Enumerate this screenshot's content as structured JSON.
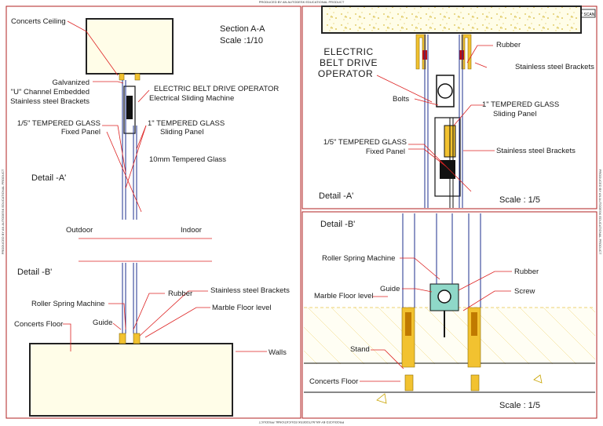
{
  "header": {
    "top_banner": "PRODUCED BY AN AUTODESK EDUCATIONAL PRODUCT",
    "bottom_banner": "PRODUCED BY AN AUTODESK EDUCATIONAL PRODUCT",
    "side_banner": "PRODUCED BY AN AUTODESK EDUCATIONAL PRODUCT",
    "corner_tag": "SAFETY SCAN"
  },
  "section": {
    "title": "Section A-A",
    "scale": "Scale :1/10",
    "concerts_ceiling": "Concerts Ceiling",
    "galvanized": "Galvanized",
    "u_channel": "\"U\" Channel Embedded",
    "stainless_brackets_a": "Stainless steel Brackets",
    "operator": "ELECTRIC BELT DRIVE  OPERATOR",
    "sliding_machine": "Electrical Sliding Machine",
    "fixed_glass_1": "1/5\" TEMPERED GLASS",
    "fixed_glass_2": "Fixed Panel",
    "sliding_glass_1": "1\" TEMPERED GLASS",
    "sliding_glass_2": "Sliding Panel",
    "tempered_10mm": "10mm Tempered Glass",
    "detail_a": "Detail -A'",
    "outdoor": "Outdoor",
    "indoor": "Indoor",
    "detail_b": "Detail -B'",
    "rubber": "Rubber",
    "stainless_brackets_b": "Stainless steel Brackets",
    "roller_spring": "Roller Spring Machine",
    "marble_floor": "Marble Floor level",
    "concerts_floor": "Concerts Floor",
    "guide": "Guide",
    "walls": "Walls"
  },
  "detail_a": {
    "operator_1": "ELECTRIC",
    "operator_2": "BELT DRIVE",
    "operator_3": "OPERATOR",
    "rubber": "Rubber",
    "stainless_brackets": "Stainless steel Brackets",
    "bolts": "Bolts",
    "sliding_glass_1": "1\" TEMPERED GLASS",
    "sliding_glass_2": "Sliding Panel",
    "fixed_glass_1": "1/5\" TEMPERED GLASS",
    "fixed_glass_2": "Fixed Panel",
    "stainless_brackets_2": "Stainless steel Brackets",
    "title": "Detail -A'",
    "scale": "Scale : 1/5"
  },
  "detail_b": {
    "title": "Detail -B'",
    "roller_spring": "Roller Spring Machine",
    "rubber": "Rubber",
    "guide": "Guide",
    "screw": "Screw",
    "marble_floor": "Marble Floor level",
    "stand": "Stand",
    "concerts_floor": "Concerts Floor",
    "scale": "Scale : 1/5"
  }
}
